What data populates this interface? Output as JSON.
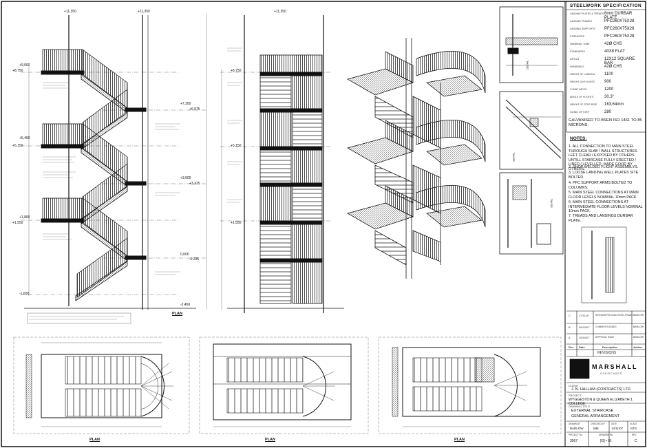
{
  "spec": {
    "title": "STEELWORK  SPECIFICATION",
    "rows": [
      {
        "label": "LANDING PLATES & TREADS",
        "value": "6mm DURBAR PLATE"
      },
      {
        "label": "LANDING FRAMES",
        "value": "PFC260X75X28"
      },
      {
        "label": "LANDING SUPPORTS",
        "value": "PFC260X75X28"
      },
      {
        "label": "STRINGERS",
        "value": "PFC260X75X28"
      },
      {
        "label": "HANDRAIL TUBE",
        "value": "42Ø CHS"
      },
      {
        "label": "STANDARDS",
        "value": "40X8 FLAT"
      },
      {
        "label": "INFILLS",
        "value": "12X12 SQUARE BAR"
      },
      {
        "label": "HANDRAILS",
        "value": "42Ø CHS"
      },
      {
        "label": "HEIGHT OF LANDING",
        "value": "1100"
      },
      {
        "label": "HEIGHT ON FLIGHTS",
        "value": "900"
      },
      {
        "label": "CLEAR WIDTH",
        "value": "1200"
      },
      {
        "label": "ANGLE OF FLIGHTS",
        "value": "30.3°"
      },
      {
        "label": "HEIGHT OF STEP RISE",
        "value": "163,64mm"
      },
      {
        "label": "GOING OF STEP",
        "value": "280"
      }
    ],
    "finish": "GALVANISED TO BSEN ISO 1461 TO 85 MICRONS."
  },
  "notes": {
    "title": "NOTES:",
    "items": [
      "1.  ALL CONNECTION TO MAIN STEEL THROUGH SLAB / WALL STRUCTURES LEFT CLEAR / EXPOSED BY OTHERS UNTILL STAIRCASE FULLY ERECTED / LINED / LEVELLED, MADE GOOD BY OTHERS.",
      "2.  SHOP WELDED FLIGHT ASSEMBLYS.",
      "3.  LOOSE LANDING WELL PLATES SITE BOLTED.",
      "4.  PFC SUPPORT ARMS BOLTED TO COLUMNS.",
      "5.  MAIN STEEL CONNECTIONS AT MAIN FLOOR LEVELS NOMINAL 10mm PACK.",
      "6.  MAIN STEEL CONNECTIONS AT INTERMEDIATE FLOOR LEVELS NOMINAL 10mm PACK.",
      "7.  TREADS AND LANDINGS DURBAR PLATE."
    ]
  },
  "levels": {
    "top1": "+11,350",
    "top2": "+11,350",
    "top3": "+11,350",
    "l1": "+9,000",
    "l2": "+8,750",
    "l3": "+8,750",
    "l4": "+7,200",
    "l5": "+6,975",
    "l6": "+5,400",
    "l7": "+5,150",
    "l8": "+5,150",
    "l9": "+3,600",
    "l10": "+3,375",
    "l11": "+1,800",
    "l12": "+1,550",
    "l13": "+1,550",
    "l14": "0,000",
    "l15": "-0,225",
    "l16": "-1,600",
    "l17": "-2,450"
  },
  "views": {
    "elev_label": "PLAN",
    "plan1": "PLAN",
    "plan2": "PLAN",
    "plan3": "PLAN",
    "details": [
      "DETAIL",
      "DETAIL",
      "DETAIL"
    ]
  },
  "title_block": {
    "rev_headers": [
      "Rev",
      "Date",
      "Description",
      "Author"
    ],
    "revisions": [
      {
        "rev": "C",
        "date": "17/11/07",
        "desc": "REVISION PER MAIN STEEL FRAME",
        "author": "BARLOW"
      },
      {
        "rev": "B",
        "date": "26/10/07",
        "desc": "COMMENTS ADDED",
        "author": "BARLOW"
      },
      {
        "rev": "A",
        "date": "16/10/07",
        "desc": "APPROVAL ISSUE",
        "author": "BARLOW"
      }
    ],
    "revisions_label": "REVISIONS",
    "company": "MARSHALL",
    "company_sub": "STAIRCASES",
    "client_label": "CLIENT",
    "client": "J. N. HALLAM (CONTRACTS) LTD.",
    "project_label": "PROJECT",
    "project": "WYGGESTON & QUEEN ELIZABETH 1 COLLEGE",
    "drawing_title_label": "DRAWING TITLE",
    "drawing_title_1": "EXTERNAL STAIRCASE",
    "drawing_title_2": "GENERAL ARRANGEMENT",
    "drawn_label": "DRAWN BY",
    "drawn": "BARLOW",
    "checked_label": "CHECKED BY",
    "checked": "MM",
    "date_label": "DATE",
    "date": "14/11/07",
    "scale_label": "SCALE",
    "scale": "NTS",
    "proj_no_label": "PROJECT No.",
    "proj_no": "3567",
    "dwg_no_label": "DRAWING No.",
    "dwg_no": "[G] • 01",
    "rev_label": "REV",
    "rev": "C"
  }
}
